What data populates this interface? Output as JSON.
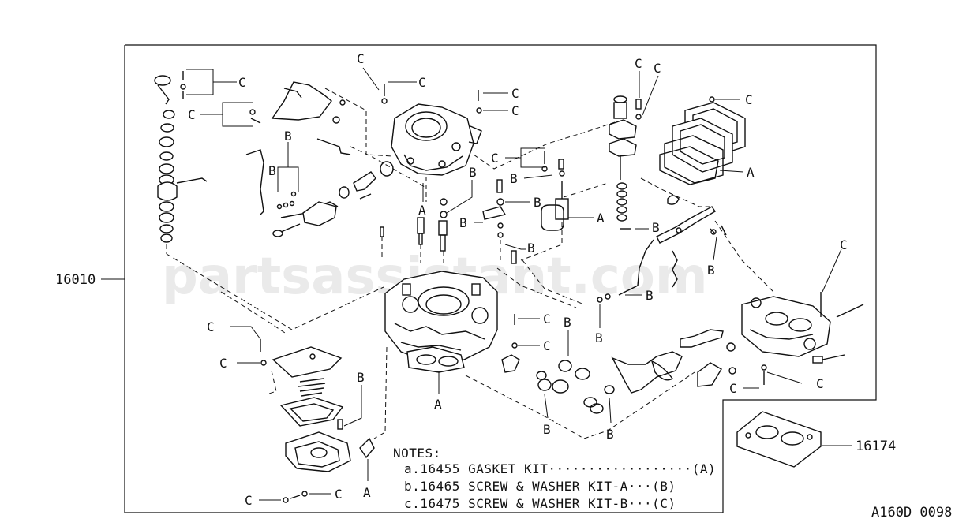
{
  "watermark": "partsassistant.com",
  "drawing_code": "A160D 0098",
  "assembly": {
    "carburetor_part_no": "16010",
    "gasket_part_no": "16174"
  },
  "callout_letters": {
    "a": "A",
    "b": "B",
    "c": "C"
  },
  "notes": {
    "heading": "NOTES:",
    "lines": [
      "a.16455 GASKET KIT··················(A)",
      "b.16465 SCREW & WASHER KIT-A···(B)",
      "c.16475 SCREW & WASHER KIT-B···(C)"
    ]
  }
}
